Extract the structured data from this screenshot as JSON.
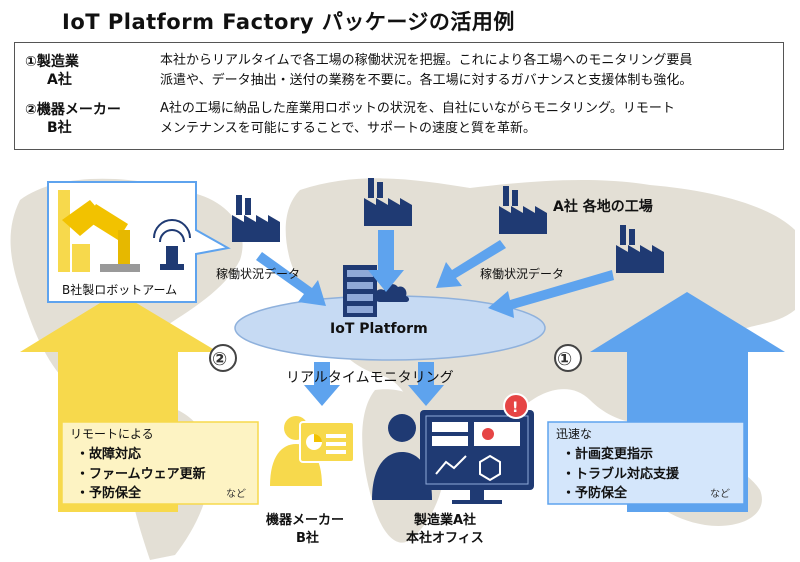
{
  "title": "IoT Platform Factory パッケージの活用例",
  "cases": [
    {
      "label_line1": "①製造業",
      "label_line2": "A社",
      "text_line1": "本社からリアルタイムで各工場の稼働状況を把握。これにより各工場へのモニタリング要員",
      "text_line2": "派遣や、データ抽出・送付の業務を不要に。各工場に対するガバナンスと支援体制も強化。"
    },
    {
      "label_line1": "②機器メーカー",
      "label_line2": "B社",
      "text_line1": "A社の工場に納品した産業用ロボットの状況を、自社にいながらモニタリング。リモート",
      "text_line2": "メンテナンスを可能にすることで、サポートの速度と質を革新。"
    }
  ],
  "diagram": {
    "robot_caption": "B社製ロボットアーム",
    "factories_label": "A社 各地の工場",
    "data_label_left": "稼働状況データ",
    "data_label_right": "稼働状況データ",
    "platform_label": "IoT Platform",
    "monitoring_label": "リアルタイムモニタリング",
    "num_2": "②",
    "num_1": "①",
    "left_box": {
      "intro": "リモートによる",
      "items": [
        "・故障対応",
        "・ファームウェア更新",
        "・予防保全"
      ],
      "etc": "など"
    },
    "right_box": {
      "intro": "迅速な",
      "items": [
        "・計画変更指示",
        "・トラブル対応支援",
        "・予防保全"
      ],
      "etc": "など"
    },
    "maker_label_line1": "機器メーカー",
    "maker_label_line2": "B社",
    "office_label_line1": "製造業A社",
    "office_label_line2": "本社オフィス",
    "alert_mark": "!",
    "colors": {
      "navy": "#1f3a73",
      "yellow": "#f7d94c",
      "blue": "#5ea3ee",
      "platform": "#c6daf3",
      "map": "#e3dfd5"
    }
  }
}
